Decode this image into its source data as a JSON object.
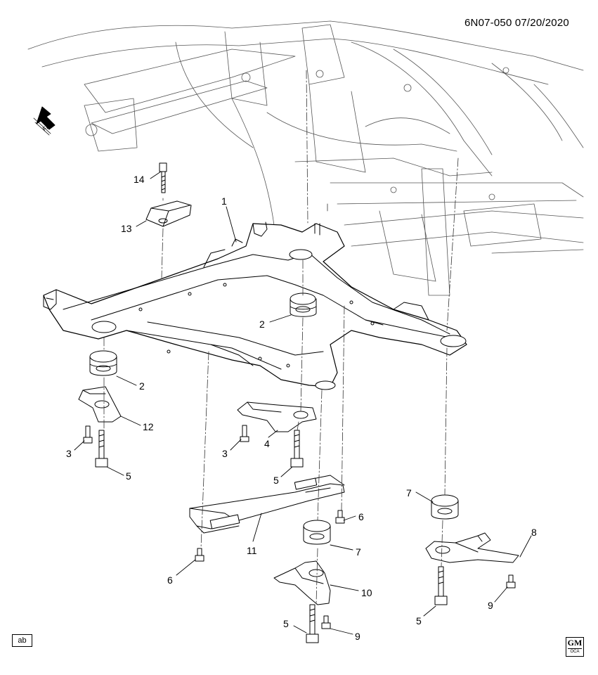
{
  "reference": "6N07-050 07/20/2020",
  "view_tag": "ab",
  "logo": {
    "brand": "GM",
    "sub": "OCA"
  },
  "direction": {
    "label": "FRT",
    "icon": "front-arrow-icon"
  },
  "callouts": [
    {
      "n": "14"
    },
    {
      "n": "13"
    },
    {
      "n": "1"
    },
    {
      "n": "2"
    },
    {
      "n": "2"
    },
    {
      "n": "12"
    },
    {
      "n": "3"
    },
    {
      "n": "5"
    },
    {
      "n": "4"
    },
    {
      "n": "3"
    },
    {
      "n": "5"
    },
    {
      "n": "11"
    },
    {
      "n": "6"
    },
    {
      "n": "6"
    },
    {
      "n": "7"
    },
    {
      "n": "7"
    },
    {
      "n": "8"
    },
    {
      "n": "10"
    },
    {
      "n": "5"
    },
    {
      "n": "9"
    },
    {
      "n": "5"
    },
    {
      "n": "9"
    }
  ]
}
